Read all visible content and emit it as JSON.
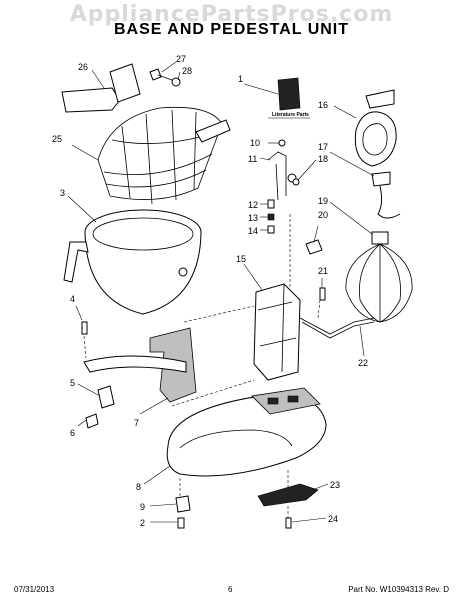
{
  "header": {
    "watermark": "AppliancePartsPros.com",
    "title": "BASE AND PEDESTAL UNIT"
  },
  "diagram": {
    "literature_label": "Literature Parts",
    "callouts": [
      "1",
      "2",
      "3",
      "4",
      "5",
      "6",
      "7",
      "8",
      "9",
      "10",
      "11",
      "12",
      "13",
      "14",
      "15",
      "16",
      "17",
      "18",
      "19",
      "20",
      "21",
      "22",
      "23",
      "24",
      "25",
      "26",
      "27",
      "28"
    ]
  },
  "footer": {
    "date": "07/31/2013",
    "page": "6",
    "part_no": "Part No. W10394313  Rev. D"
  }
}
